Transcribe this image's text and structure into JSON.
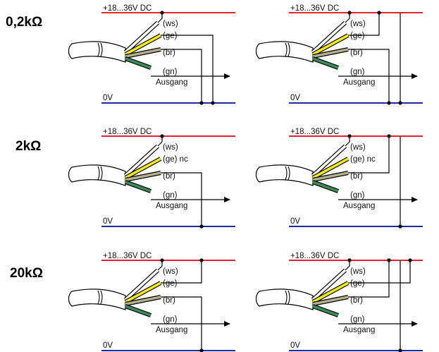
{
  "supply_label": "+18...36V DC",
  "ground_label": "0V",
  "output_label": "Ausgang",
  "wire_labels": {
    "ws": "(ws)",
    "ge": "(ge)",
    "ge_nc": "(ge) nc",
    "br": "(br)",
    "gn": "(gn)"
  },
  "rows": [
    {
      "label": "0,2kΩ"
    },
    {
      "label": "2kΩ"
    },
    {
      "label": "20kΩ"
    }
  ],
  "colors": {
    "supply_line": "#e8222e",
    "ground_line": "#1f2a9c",
    "wire_white": "#ffffff",
    "wire_yellow": "#f2ea1a",
    "wire_brown": "#b5b08e",
    "wire_green": "#3c8c5a",
    "conductor": "#000000"
  }
}
